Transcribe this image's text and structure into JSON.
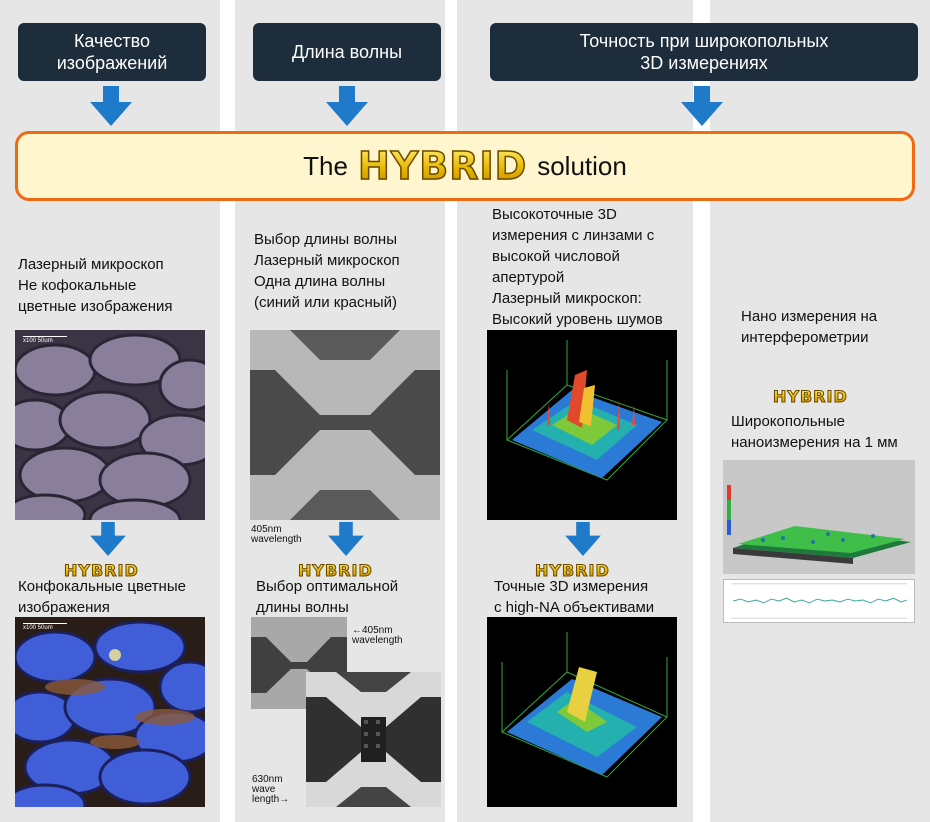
{
  "headers": {
    "image_quality": "Качество\nизображений",
    "wavelength": "Длина волны",
    "accuracy": "Точность при широкопольных\n3D измерениях"
  },
  "banner": {
    "pre": "The",
    "brand": "HYBRID",
    "post": "solution"
  },
  "col1": {
    "top_text": "Лазерный микроскоп\nНе кофокальные\nцветные изображения",
    "scale_top": "x100  50um",
    "hybrid": "HYBRID",
    "bottom_text": "Конфокальные цветные\nизображения",
    "scale_bottom": "x100  50um"
  },
  "col2": {
    "top_text": "Выбор длины волны\nЛазерный микроскоп\nОдна длина волны\n(синий или красный)",
    "caption_405": "405nm\nwavelength",
    "hybrid": "HYBRID",
    "bottom_text": "Выбор оптимальной\nдлины волны",
    "caption_405_arrow": "←405nm\n   wavelength",
    "caption_630": "630nm\nwave\nlength→"
  },
  "col3": {
    "top_text": "Высокоточные 3D\nизмерения с линзами с\nвысокой числовой\nапертурой\nЛазерный микроскоп:\nВысокий уровень шумов",
    "hybrid": "HYBRID",
    "bottom_text": "Точные 3D измерения\nс high-NA объективами"
  },
  "col4": {
    "top_text": "Нано измерения на\nинтерферометрии",
    "hybrid": "HYBRID",
    "bottom_text": "Широкопольные\nнаноизмерения на 1 мм"
  },
  "colors": {
    "header_bg": "#1e2d3b",
    "arrow": "#1f7ac9",
    "banner_border": "#ef6a14",
    "banner_bg": "#fff5cf",
    "column_bg": "#e6e6e6"
  }
}
